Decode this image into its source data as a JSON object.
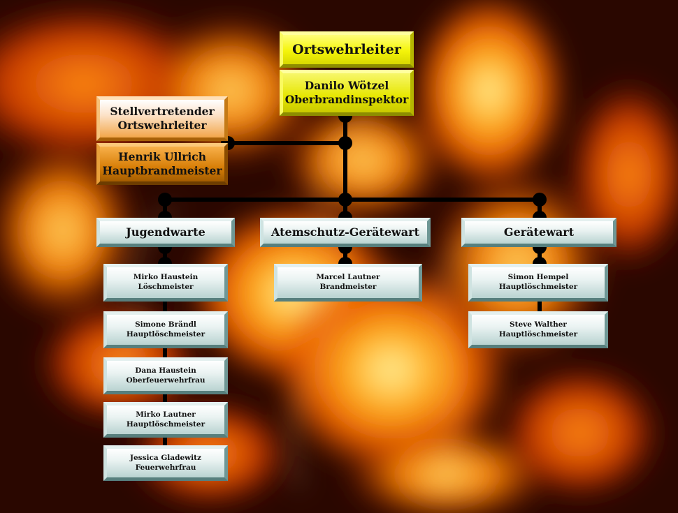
{
  "chart": {
    "leader": {
      "title": "Ortswehrleiter",
      "name": "Danilo Wötzel",
      "rank": "Oberbrandinspektor"
    },
    "deputy": {
      "title_line1": "Stellvertretender",
      "title_line2": "Ortswehrleiter",
      "name": "Henrik Ullrich",
      "rank": "Hauptbrandmeister"
    },
    "departments": [
      {
        "title": "Jugendwarte",
        "members": [
          {
            "name": "Mirko Haustein",
            "rank": "Löschmeister"
          },
          {
            "name": "Simone Brändl",
            "rank": "Hauptlöschmeister"
          },
          {
            "name": "Dana Haustein",
            "rank": "Oberfeuerwehrfrau"
          },
          {
            "name": "Mirko Lautner",
            "rank": "Hauptlöschmeister"
          },
          {
            "name": "Jessica Gladewitz",
            "rank": "Feuerwehrfrau"
          }
        ]
      },
      {
        "title": "Atemschutz-Gerätewart",
        "members": [
          {
            "name": "Marcel Lautner",
            "rank": "Brandmeister"
          }
        ]
      },
      {
        "title": "Gerätewart",
        "members": [
          {
            "name": "Simon Hempel",
            "rank": "Hauptlöschmeister"
          },
          {
            "name": "Steve Walther",
            "rank": "Hauptlöschmeister"
          }
        ]
      }
    ]
  },
  "colors": {
    "connector": "#000000",
    "leader_box": "#f0f000",
    "deputy_box": "#e08a10",
    "member_box": "#d8e8e6"
  }
}
